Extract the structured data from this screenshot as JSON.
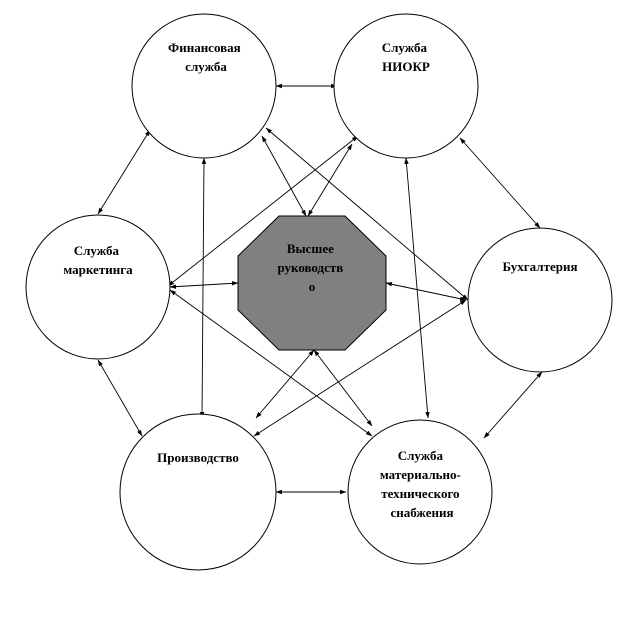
{
  "nodes": {
    "finance": {
      "lines": [
        "Финансовая",
        "служба"
      ]
    },
    "rnd": {
      "lines": [
        "Служба",
        "НИОКР"
      ]
    },
    "marketing": {
      "lines": [
        "Служба",
        "маркетинга"
      ]
    },
    "accounting": {
      "lines": [
        "Бухгалтерия"
      ]
    },
    "production": {
      "lines": [
        "Производство"
      ]
    },
    "supply": {
      "lines": [
        "Служба",
        "материально-",
        "технического",
        "снабжения"
      ]
    },
    "management": {
      "lines": [
        "Высшее",
        "руководств",
        "о"
      ]
    }
  },
  "colors": {
    "center_fill": "#808080",
    "stroke": "#000000",
    "background": "#ffffff"
  }
}
